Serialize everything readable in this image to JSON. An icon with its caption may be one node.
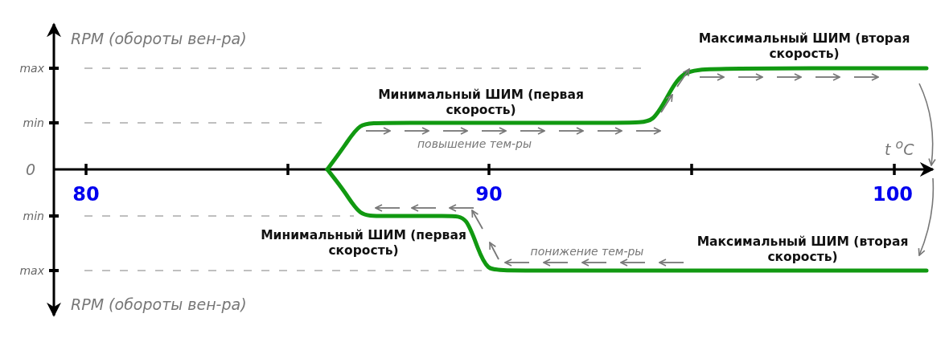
{
  "diagram": {
    "labels": [
      "RPM (обороты вен-ра)",
      "Максимальный ШИМ (вторая скорость)",
      "max",
      "Минимальный ШИМ (первая скорость)",
      "min",
      "повышение тем-ры",
      "t $^{o}$C",
      "0",
      "80",
      "90",
      "100",
      "min",
      "Минимальный ШИМ (первая скорость)",
      "Максимальный ШИМ (вторая скорость)",
      "понижение тем-ры",
      "max",
      "RPM (обороты вен-ра)"
    ]
  }
}
